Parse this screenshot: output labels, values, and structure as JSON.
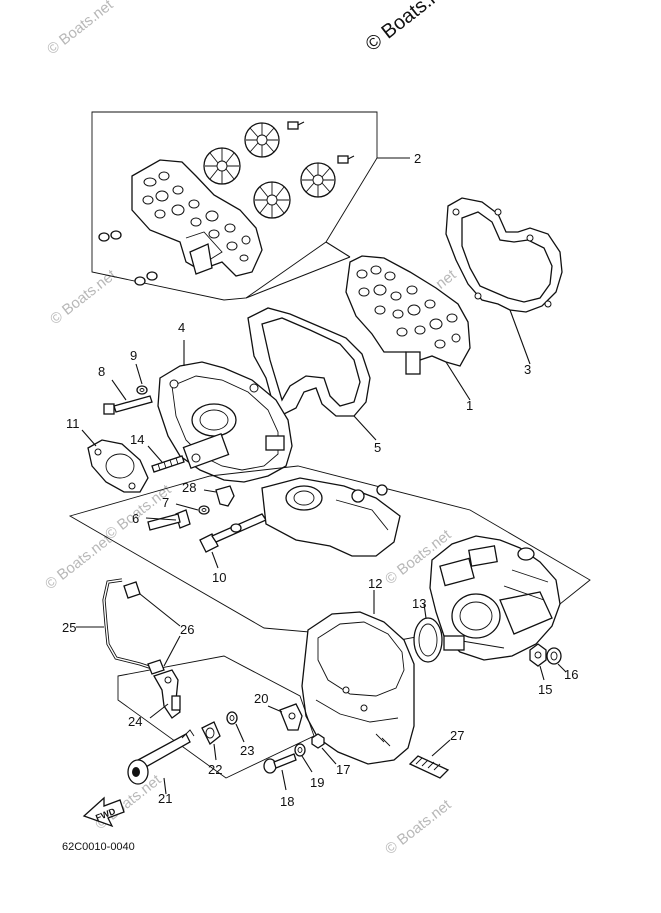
{
  "watermark": {
    "main": "© Boats.n",
    "faint": "© Boats.net"
  },
  "diagram_code": "62C0010-0040",
  "fwd_label": "FWD",
  "callouts": {
    "p1": "1",
    "p2": "2",
    "p3": "3",
    "p4": "4",
    "p5": "5",
    "p6": "6",
    "p7": "7",
    "p8": "8",
    "p9": "9",
    "p10": "10",
    "p11": "11",
    "p12": "12",
    "p13": "13",
    "p14": "14",
    "p15": "15",
    "p16": "16",
    "p17": "17",
    "p18": "18",
    "p19": "19",
    "p20": "20",
    "p21": "21",
    "p22": "22",
    "p23": "23",
    "p24": "24",
    "p25": "25",
    "p26": "26",
    "p27": "27",
    "p28": "28"
  }
}
